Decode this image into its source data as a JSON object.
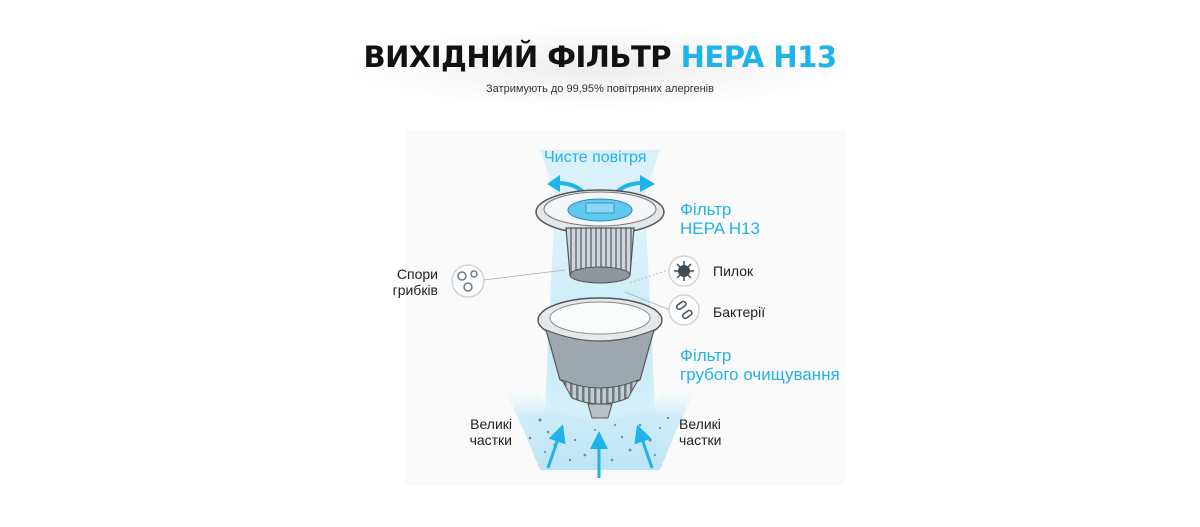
{
  "header": {
    "title_main": "ВИХІДНИЙ ФІЛЬТР",
    "title_accent": "HEPA H13",
    "subtitle": "Затримують до 99,95% повітряних алергенів"
  },
  "labels": {
    "clean_air": "Чисте повітря",
    "hepa_line1": "Фільтр",
    "hepa_line2": "HEPA H13",
    "spores_line1": "Спори",
    "spores_line2": "грибків",
    "dust": "Пилок",
    "bacteria": "Бактерії",
    "coarse_line1": "Фільтр",
    "coarse_line2": "грубого очищування",
    "large_left_line1": "Великі",
    "large_left_line2": "частки",
    "large_right_line1": "Великі",
    "large_right_line2": "частки"
  },
  "colors": {
    "accent": "#1fb3ea",
    "text": "#111111"
  },
  "icons": [
    "spores-icon",
    "pollen-icon",
    "bacteria-icon",
    "arrow-up-icon",
    "arrow-curved-icon"
  ]
}
